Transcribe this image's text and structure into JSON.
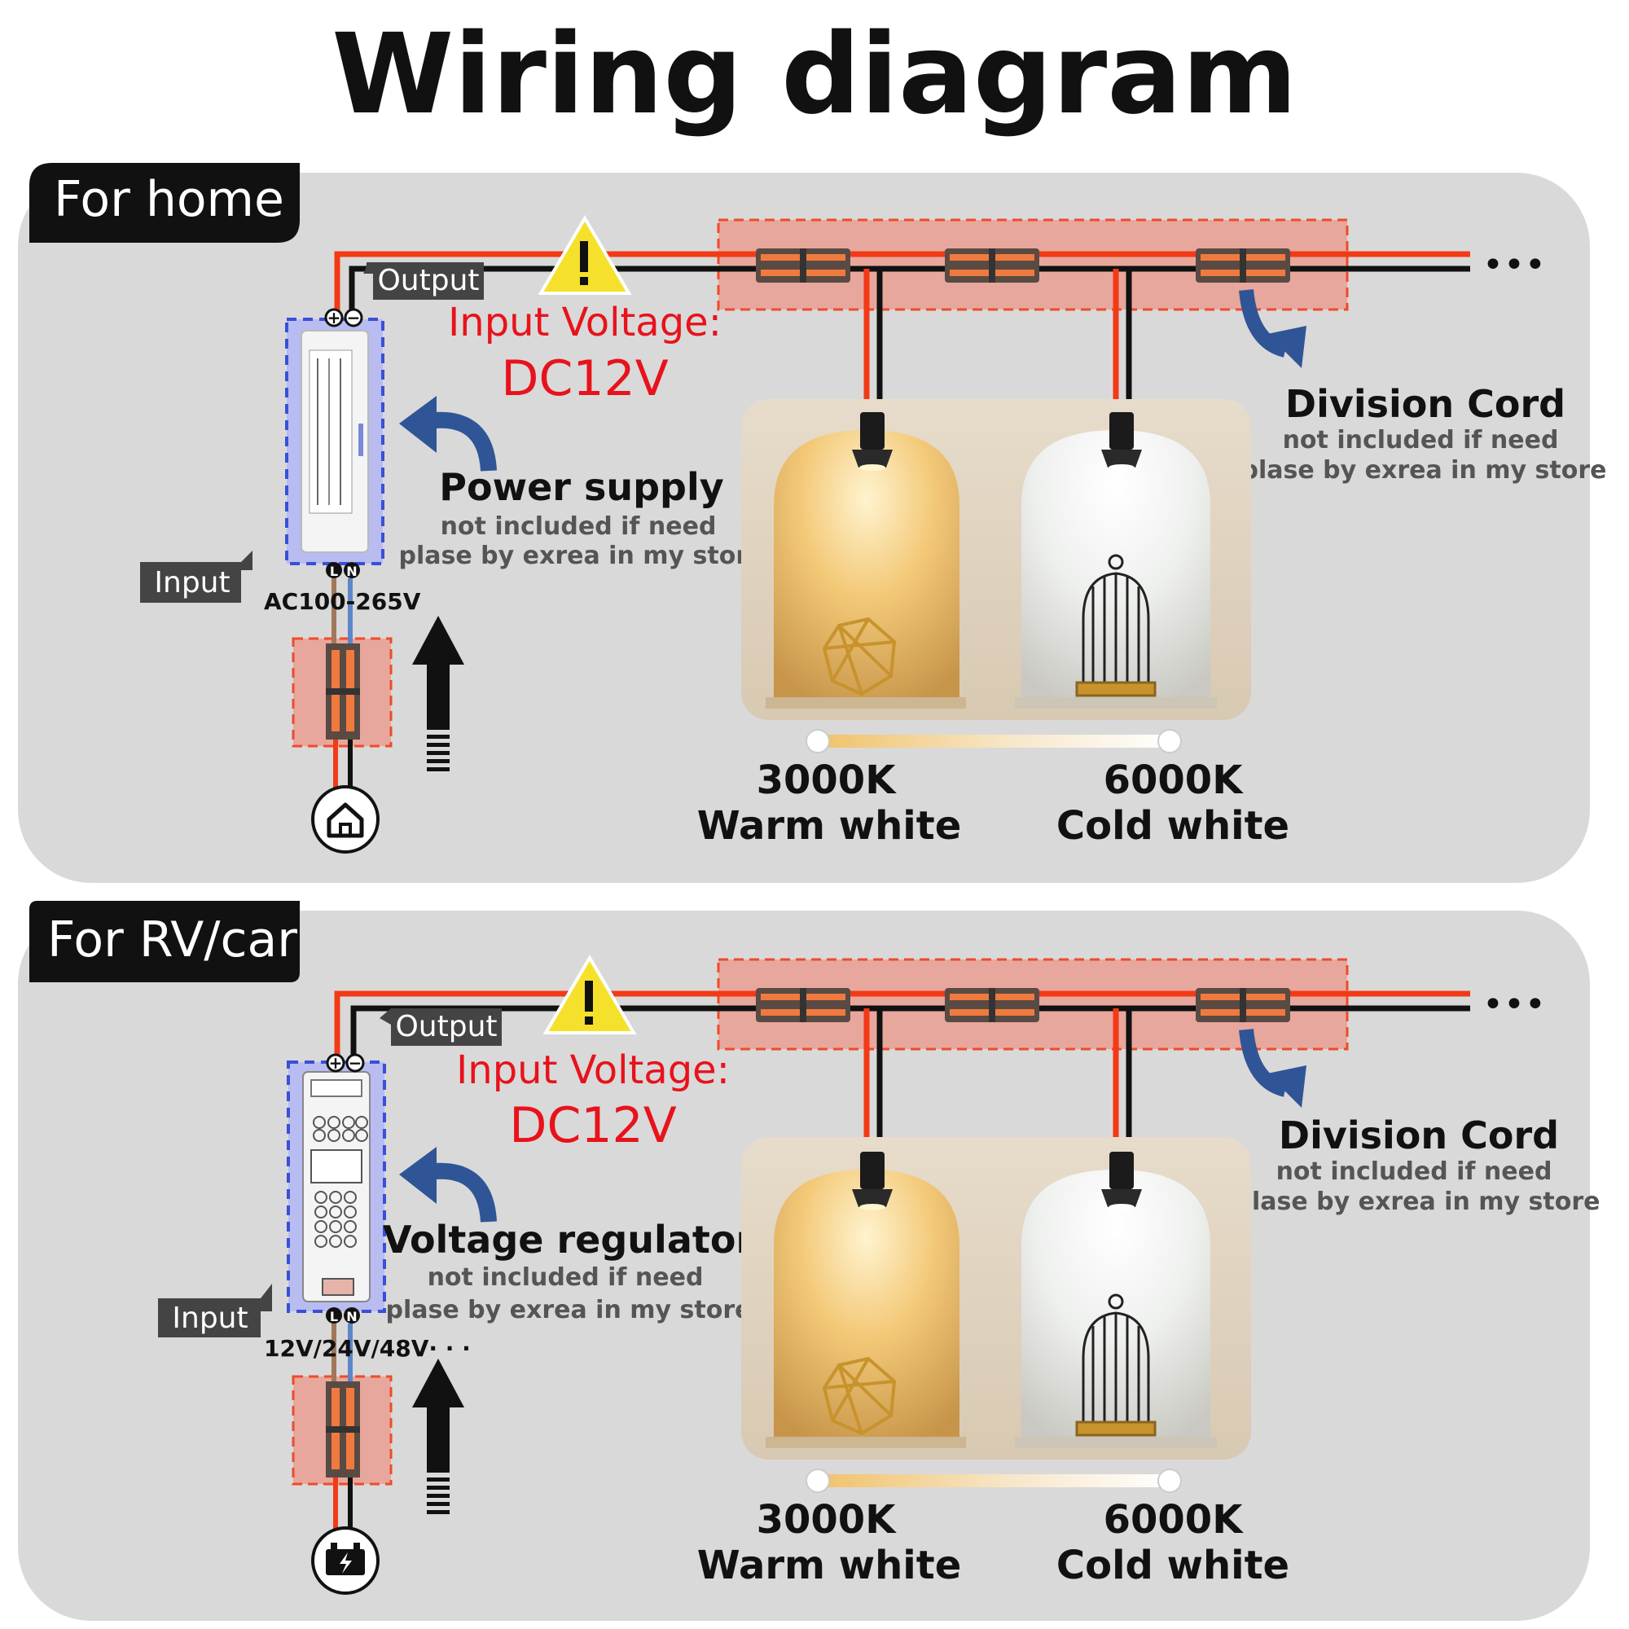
{
  "title": "Wiring diagram",
  "panels": [
    {
      "tab": "For home",
      "output_label": "Output",
      "input_label": "Input",
      "input_voltage_label": "Input Voltage:",
      "input_voltage_value": "DC12V",
      "source_rating": "AC100-265V",
      "device_name": "Power supply",
      "device_note_1": "not included if need",
      "device_note_2": "plase by exrea in my store",
      "division_title": "Division Cord",
      "division_note_1": "not included if need",
      "division_note_2": "plase by exrea in my store",
      "warm_k": "3000K",
      "warm_name": "Warm white",
      "cold_k": "6000K",
      "cold_name": "Cold white",
      "terminal_plus": "+",
      "terminal_minus": "−",
      "terminal_l": "L",
      "terminal_n": "N",
      "more": "•••",
      "source_icon": "house-icon"
    },
    {
      "tab": "For RV/car",
      "output_label": "Output",
      "input_label": "Input",
      "input_voltage_label": "Input Voltage:",
      "input_voltage_value": "DC12V",
      "source_rating": "12V/24V/48V· · ·",
      "device_name": "Voltage regulator",
      "device_note_1": "not included if need",
      "device_note_2": "plase by exrea in my store",
      "division_title": "Division Cord",
      "division_note_1": "not included if need",
      "division_note_2": "plase by exrea in my store",
      "warm_k": "3000K",
      "warm_name": "Warm white",
      "cold_k": "6000K",
      "cold_name": "Cold white",
      "terminal_plus": "+",
      "terminal_minus": "−",
      "terminal_l": "L",
      "terminal_n": "N",
      "more": "•••",
      "source_icon": "battery-icon"
    }
  ],
  "colors": {
    "wire_red": "#f23a16",
    "wire_black": "#111111",
    "connector_zone": "#e8a79c",
    "dashed_red": "#ee4b2b",
    "device_outline": "#3b4fd6",
    "arrow_blue": "#2f5597",
    "warning_yellow": "#f5e12b",
    "voltage_red": "#e8121b",
    "panel_bg": "#d9d9d9",
    "tab_bg": "#111111",
    "label_bg": "#444444"
  }
}
